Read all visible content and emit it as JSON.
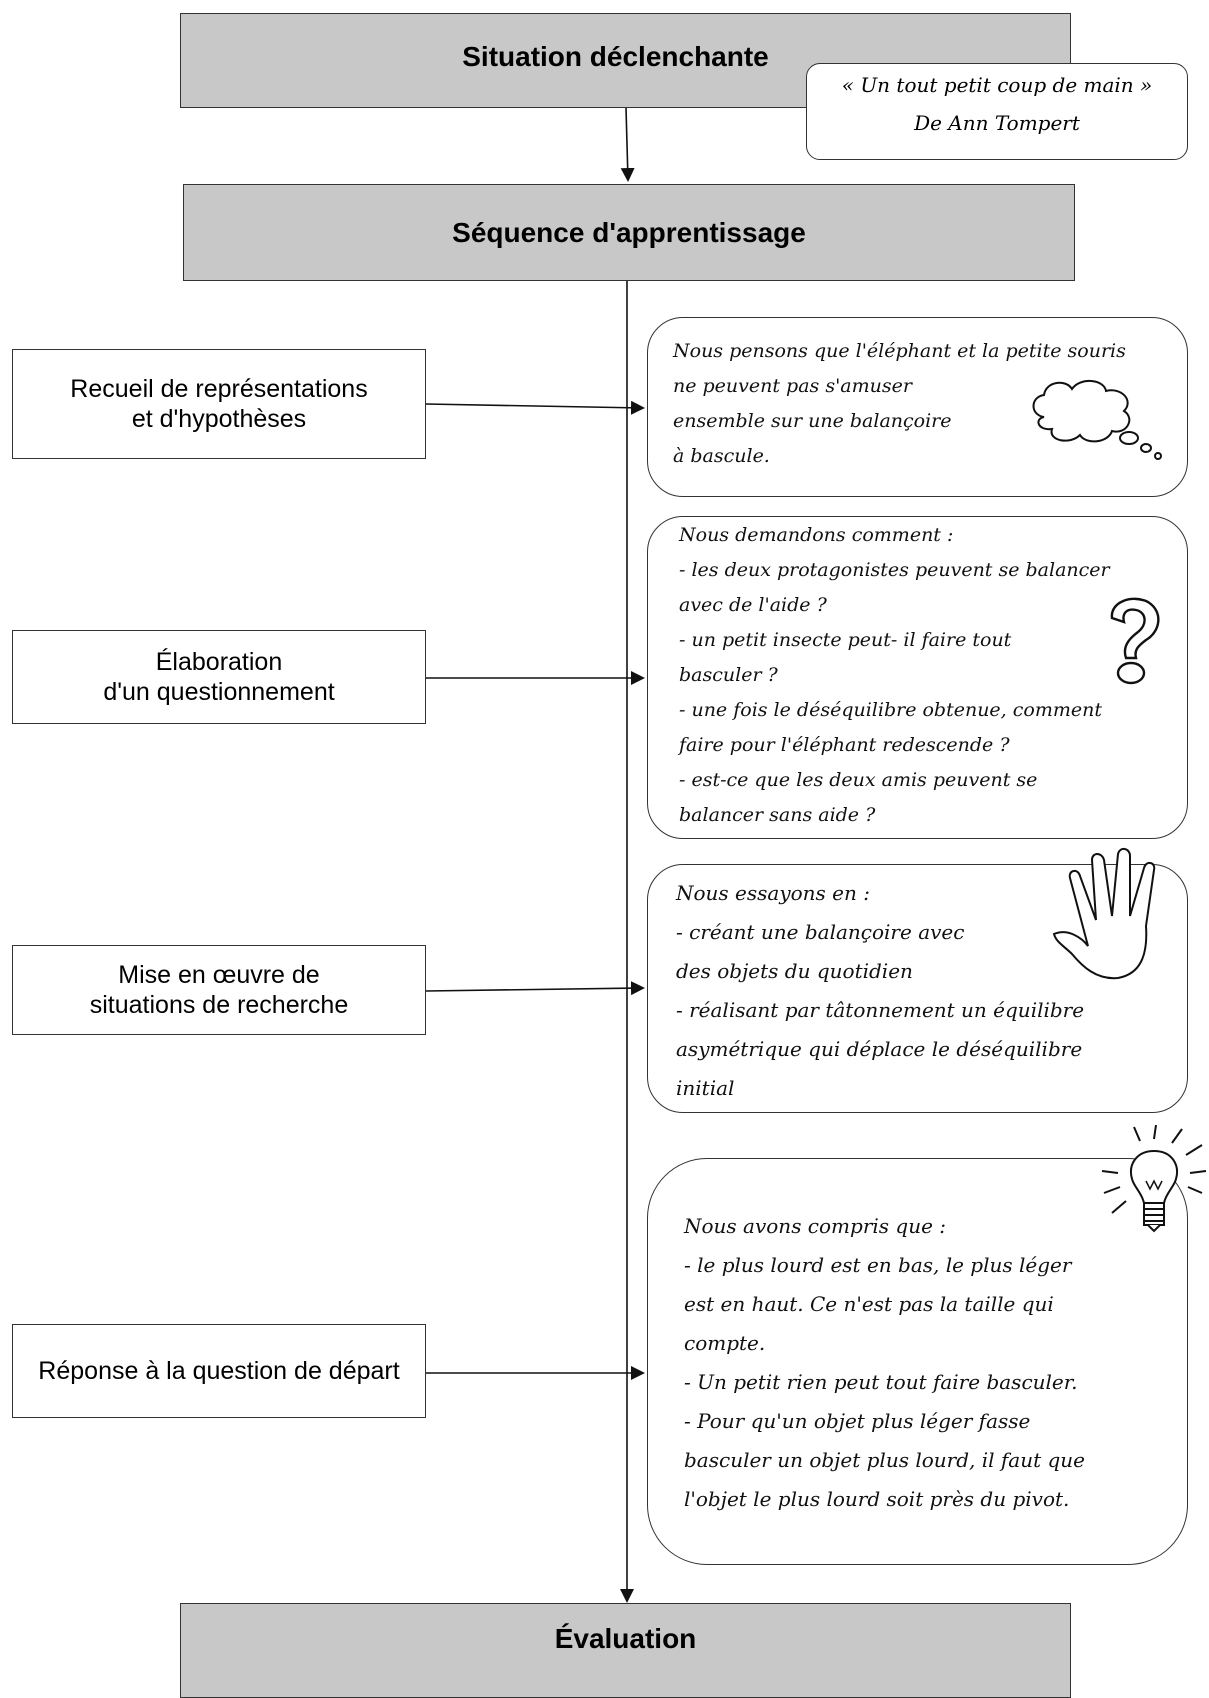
{
  "header": {
    "title": "Situation déclenchante",
    "book": {
      "line1": "« Un tout petit coup de main »",
      "line2": "De Ann Tompert"
    }
  },
  "sequence": {
    "title": "Séquence d'apprentissage"
  },
  "steps": [
    {
      "label_lines": [
        "Recueil de représentations",
        "et d'hypothèses"
      ],
      "bubble_lines": [
        "Nous pensons que l'éléphant et la petite souris",
        "ne peuvent pas s'amuser",
        "ensemble sur une balançoire",
        "à bascule."
      ],
      "icon": "thought-cloud-icon"
    },
    {
      "label_lines": [
        "Élaboration",
        "d'un questionnement"
      ],
      "bubble_lines": [
        "Nous demandons comment :",
        "-  les deux protagonistes peuvent se balancer",
        "avec de l'aide ?",
        "- un petit insecte peut- il faire tout",
        "basculer ?",
        "- une fois le déséquilibre obtenue, comment",
        "faire pour l'éléphant redescende ?",
        "- est-ce que les deux amis peuvent se",
        "balancer sans aide ?"
      ],
      "icon": "question-mark-icon"
    },
    {
      "label_lines": [
        "Mise en œuvre de",
        "situations de recherche"
      ],
      "bubble_lines": [
        "Nous essayons en :",
        "- créant une balançoire avec",
        "des objets du quotidien",
        "- réalisant par tâtonnement un équilibre",
        "asymétrique qui déplace le déséquilibre",
        "initial"
      ],
      "icon": "hand-icon"
    },
    {
      "label_lines": [
        "Réponse à la question de départ"
      ],
      "bubble_lines": [
        "Nous avons compris que :",
        "- le plus lourd est en bas, le plus léger",
        "est en haut. Ce n'est pas la taille qui",
        "compte.",
        "- Un petit rien peut tout faire basculer.",
        "- Pour qu'un objet plus léger fasse",
        "basculer un objet plus lourd, il faut que",
        "l'objet le plus lourd soit près du pivot."
      ],
      "icon": "lightbulb-icon"
    }
  ],
  "footer": {
    "title": "Évaluation"
  },
  "colors": {
    "box_fill": "#c8c8c8",
    "stroke": "#333333"
  }
}
